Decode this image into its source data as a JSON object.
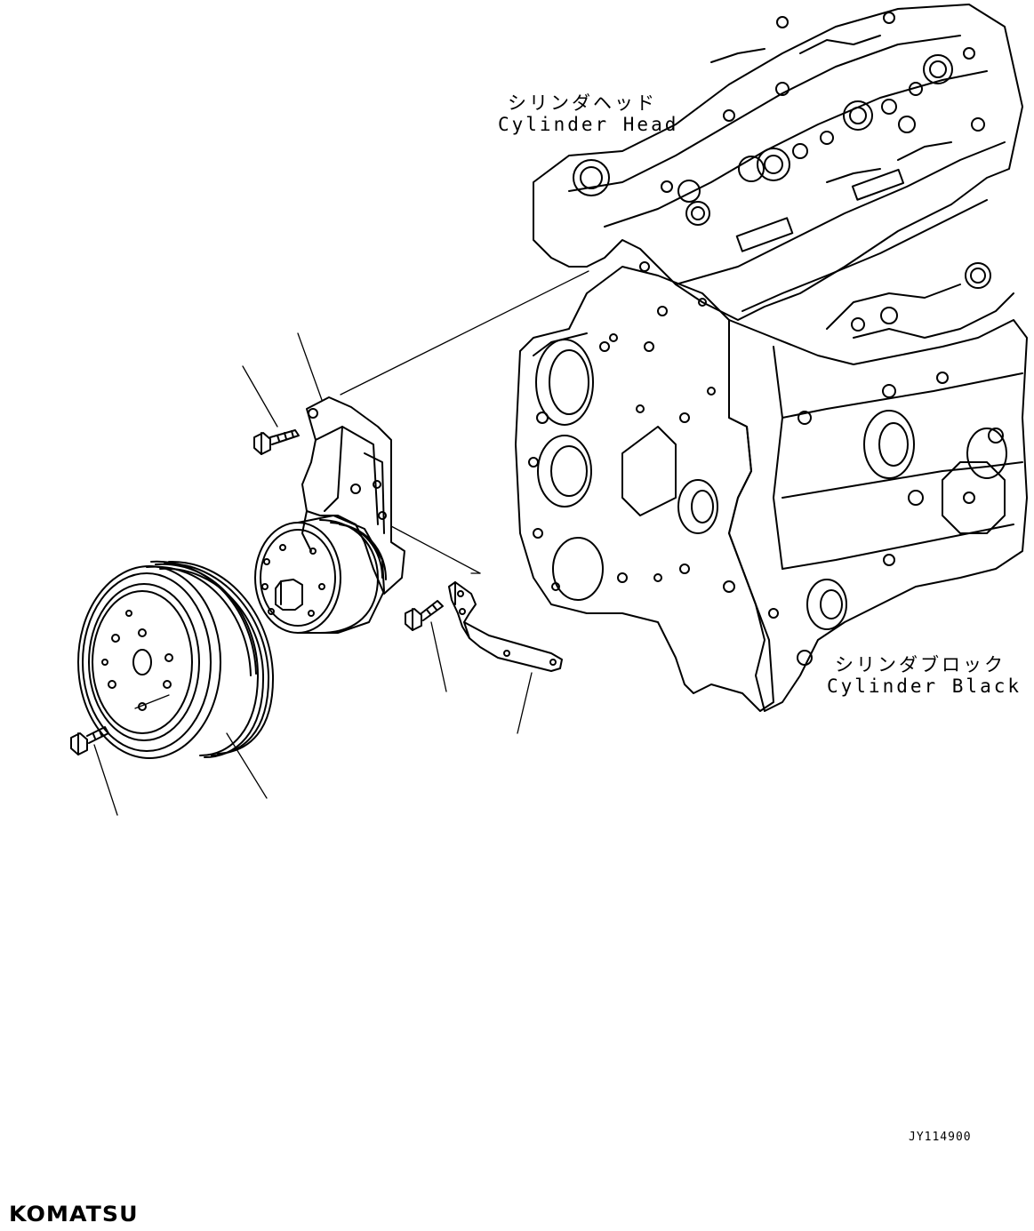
{
  "labels": {
    "cylinder_head_jp": "シリンダヘッド",
    "cylinder_head_en": "Cylinder Head",
    "cylinder_block_jp": "シリンダブロック",
    "cylinder_block_en": "Cylinder Black"
  },
  "drawing_number": "JY114900",
  "logo": "KOMATSU",
  "colors": {
    "line": "#000000",
    "background": "#ffffff"
  }
}
